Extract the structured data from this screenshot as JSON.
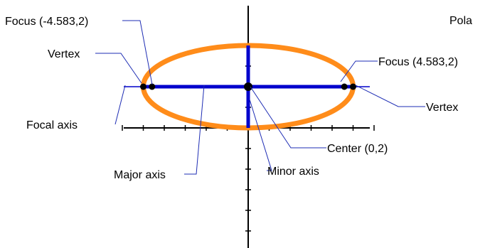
{
  "title": "Pola",
  "colors": {
    "ellipse": "#FF8C1A",
    "axes": "#0000CC",
    "leader": "#1E2DB4",
    "points": "#000000",
    "grid_axes": "#000000"
  },
  "labels": {
    "focus_left": "Focus (-4.583,2)",
    "vertex_left": "Vertex",
    "focal_axis": "Focal axis",
    "major_axis": "Major axis",
    "focus_right": "Focus (4.583,2)",
    "vertex_right": "Vertex",
    "center": "Center (0,2)",
    "minor_axis": "Minor axis"
  },
  "ellipse": {
    "center": [
      0,
      2
    ],
    "semi_major": 5,
    "semi_minor": 2,
    "foci": [
      [
        -4.583,
        2
      ],
      [
        4.583,
        2
      ]
    ],
    "vertices": [
      [
        -5,
        2
      ],
      [
        5,
        2
      ]
    ]
  },
  "axis_ranges": {
    "x": [
      -6,
      6
    ],
    "y": [
      -6,
      4
    ]
  }
}
